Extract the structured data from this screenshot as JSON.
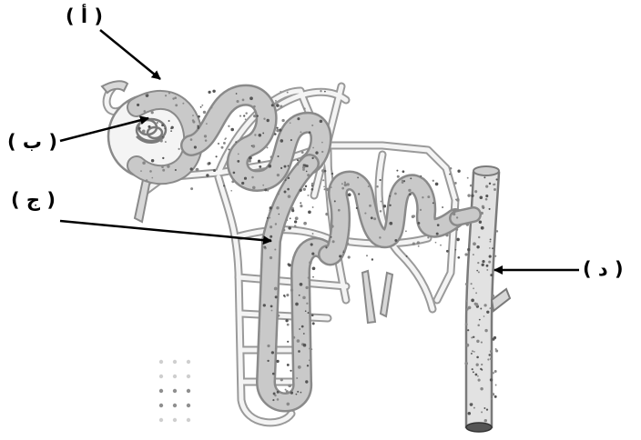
{
  "labels": {
    "a": "( أ )",
    "b": "( ب )",
    "c": "( ج )",
    "d": "( د )"
  },
  "colors": {
    "tubule_fill": "#c9c9c9",
    "tubule_stroke": "#8c8c8c",
    "vessel_fill": "#e6e6e6",
    "cell_dot": "#555555",
    "arrow": "#000000"
  },
  "icons": {
    "nephron": "nephron-diagram-icon",
    "arrow": "arrow-icon"
  }
}
